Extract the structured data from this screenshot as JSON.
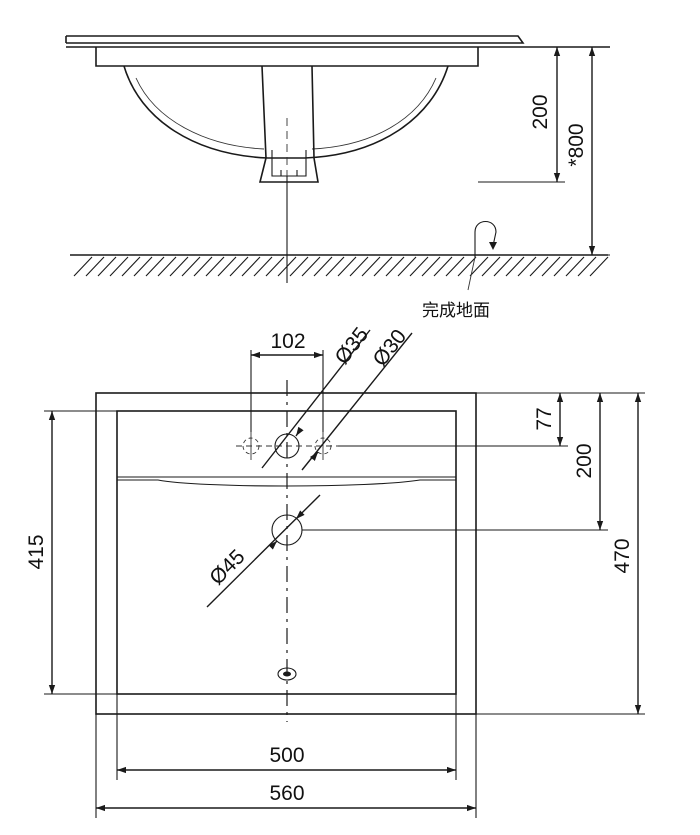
{
  "side_view": {
    "dim_height_basin": "200",
    "dim_height_total": "*800",
    "floor_label": "完成地面"
  },
  "top_view": {
    "dim_tap_spacing": "102",
    "dim_hole_35": "Ø35",
    "dim_hole_30": "Ø30",
    "dim_drain_45": "Ø45",
    "dim_depth_left": "415",
    "dim_tap_offset": "77",
    "dim_drain_offset": "200",
    "dim_depth_total": "470",
    "dim_inner_width": "500",
    "dim_outer_width": "560"
  }
}
